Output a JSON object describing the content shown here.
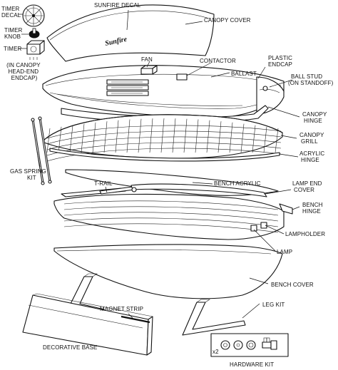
{
  "labels": {
    "timer_decal": [
      "TIMER",
      "DECAL"
    ],
    "timer_knob": [
      "TIMER",
      "KNOB"
    ],
    "timer": "TIMER",
    "head_end_note": [
      "(IN CANOPY",
      "HEAD-END",
      "ENDCAP)"
    ],
    "sunfire_decal": "SUNFIRE DECAL",
    "canopy_cover": "CANOPY COVER",
    "fan": "FAN",
    "contactor": "CONTACTOR",
    "plastic_endcap": [
      "PLASTIC",
      "ENDCAP"
    ],
    "ballast": "BALLAST",
    "ball_stud": [
      "BALL STUD",
      "(ON STANDOFF)"
    ],
    "canopy_hinge": [
      "CANOPY",
      "HINGE"
    ],
    "canopy_grill": [
      "CANOPY",
      "GRILL"
    ],
    "acrylic_hinge": [
      "ACRYLIC",
      "HINGE"
    ],
    "gas_spring_kit": [
      "GAS SPRING",
      "KIT"
    ],
    "t_rail": "T-RAIL",
    "bench_acrylic": "BENCH ACRYLIC",
    "lamp_end_cover": [
      "LAMP END",
      "COVER"
    ],
    "bench_hinge": [
      "BENCH",
      "HINGE"
    ],
    "lampholder": "LAMPHOLDER",
    "lamp": "LAMP",
    "bench_cover": "BENCH COVER",
    "magnet_strip": "MAGNET STRIP",
    "leg_kit": "LEG KIT",
    "decorative_base": "DECORATIVE BASE",
    "hardware_qty": "x2",
    "hardware_kit": "HARDWARE KIT"
  },
  "decal_text": "Sunfire",
  "colors": {
    "ink": "#111111",
    "background": "#ffffff"
  }
}
